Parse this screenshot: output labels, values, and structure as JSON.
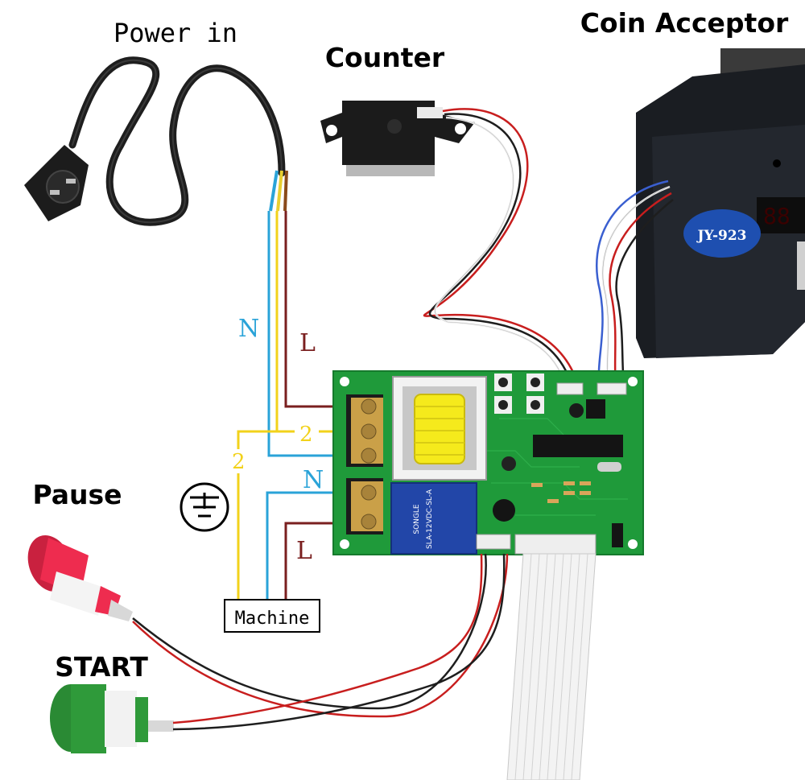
{
  "labels": {
    "power_in": "Power in",
    "counter": "Counter",
    "coin_acceptor": "Coin Acceptor",
    "pause": "Pause",
    "start": "START",
    "machine": "Machine",
    "neutral_top": "N",
    "live_top": "L",
    "neutral_bottom": "N",
    "live_bottom": "L",
    "ground_top": "2",
    "ground_left": "2",
    "coin_model": "JY-923",
    "relay_brand": "SONGLE",
    "relay_model": "SLA-12VDC-SL-A"
  },
  "colors": {
    "neutral_wire": "#2aa3d8",
    "live_wire": "#7a1f1f",
    "ground_wire": "#f2d21b",
    "pcb": "#1f9a3a",
    "pause_button": "#ee2c4f",
    "start_button": "#2f9a3a",
    "relay": "#2246a8",
    "transformer_coil": "#f5ea1c"
  },
  "icons": {
    "ground_symbol": "ground-symbol-icon",
    "power_plug": "power-plug-icon"
  }
}
